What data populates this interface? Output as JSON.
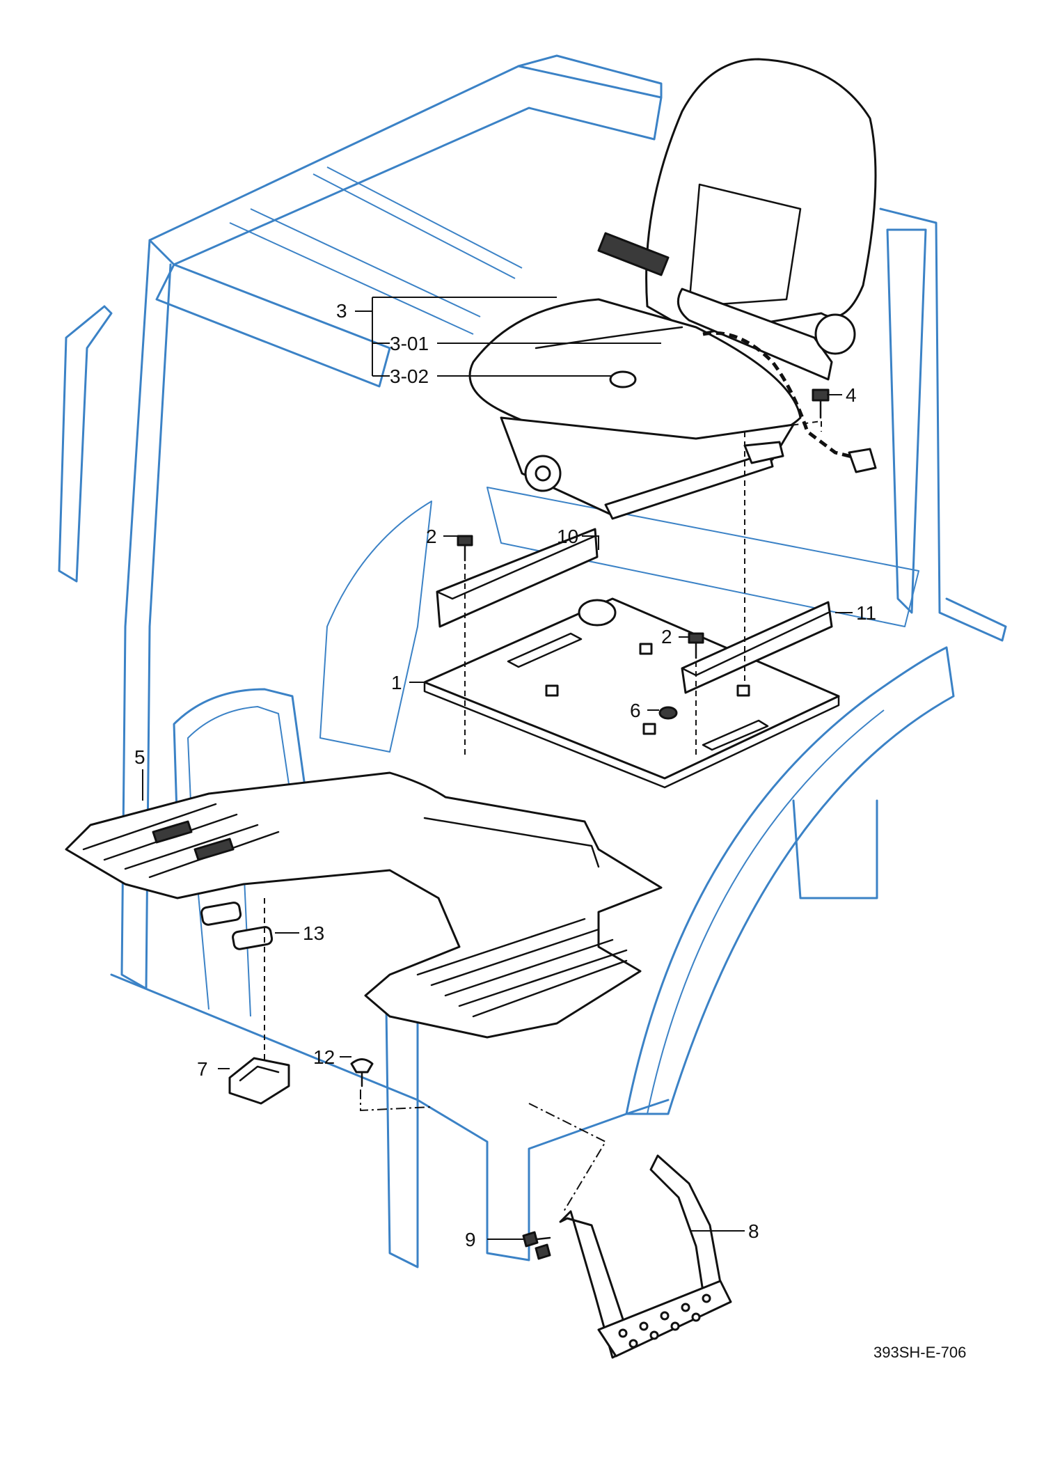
{
  "colors": {
    "cab_outline": "#3b82c6",
    "part_ink": "#111111",
    "background": "#ffffff"
  },
  "callouts": {
    "c1": "1",
    "c2a": "2",
    "c2b": "2",
    "c3": "3",
    "c3_01": "3-01",
    "c3_02": "3-02",
    "c4": "4",
    "c5": "5",
    "c6": "6",
    "c7": "7",
    "c8": "8",
    "c9": "9",
    "c10": "10",
    "c11": "11",
    "c12": "12",
    "c13": "13"
  },
  "drawing_code": "393SH-E-706"
}
